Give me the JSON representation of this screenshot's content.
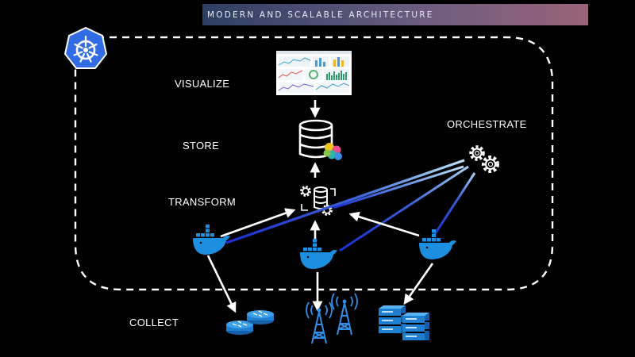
{
  "header": {
    "title": "MODERN AND SCALABLE ARCHITECTURE"
  },
  "stages": {
    "visualize": "VISUALIZE",
    "store": "STORE",
    "transform": "TRANSFORM",
    "orchestrate": "ORCHESTRATE",
    "collect": "COLLECT"
  },
  "icons": {
    "platform": "kubernetes-helm-icon",
    "dashboard": "dashboard-screenshot-icon",
    "database": "database-icon",
    "transform": "gears-database-icon",
    "orchestrator": "gears-icon",
    "collector": "docker-whale-icon",
    "routers": "network-router-icon",
    "towers": "radio-tower-icon",
    "servers": "server-rack-icon"
  },
  "colors": {
    "background": "#000000",
    "kubernetes_blue": "#326ce5",
    "docker_blue": "#1d8fe0",
    "device_blue": "#1f7fd1",
    "link_dark": "#1a2fd0",
    "link_light": "#a8d4f5"
  }
}
